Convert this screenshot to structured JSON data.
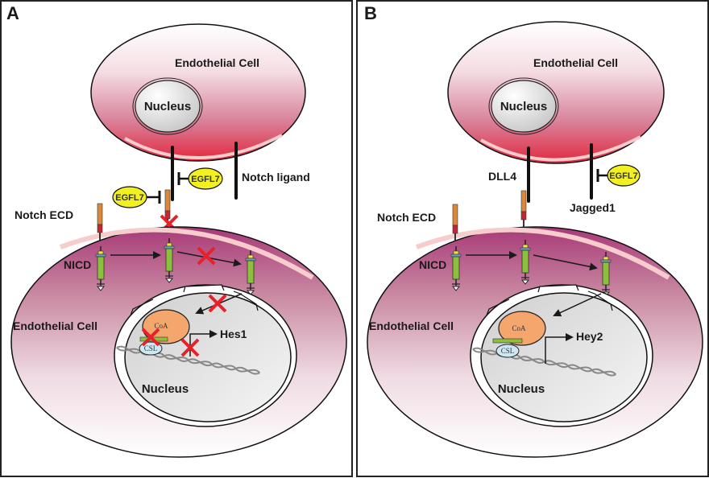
{
  "figure": {
    "panels": [
      {
        "letter": "A",
        "top_cell": {
          "label": "Endothelial Cell",
          "nucleus_label": "Nucleus"
        },
        "ligand_label": "Notch ligand",
        "egfl7_labels": [
          "EGFL7",
          "EGFL7"
        ],
        "notch_ecd_label": "Notch ECD",
        "nicd_label": "NICD",
        "bottom_cell": {
          "label": "Endothelial Cell",
          "nucleus_label": "Nucleus"
        },
        "coactivator_label": "CoA",
        "csl_label": "CSL",
        "target_gene": "Hes1",
        "blocked": true
      },
      {
        "letter": "B",
        "top_cell": {
          "label": "Endothelial Cell",
          "nucleus_label": "Nucleus"
        },
        "ligand_labels": [
          "DLL4",
          "Jagged1"
        ],
        "egfl7_labels": [
          "EGFL7"
        ],
        "notch_ecd_label": "Notch ECD",
        "nicd_label": "NICD",
        "bottom_cell": {
          "label": "Endothelial Cell",
          "nucleus_label": "Nucleus"
        },
        "coactivator_label": "CoA",
        "csl_label": "CSL",
        "target_gene": "Hey2",
        "blocked": false
      }
    ],
    "colors": {
      "cell_red": "#e0283c",
      "egfl7_yellow": "#f2f020",
      "block_x_red": "#e8202a",
      "nicd_green": "#8cbf3c",
      "ecd_orange": "#d9883c",
      "coa_orange": "#f4a66c",
      "csl_blue": "#cde8f2"
    }
  }
}
